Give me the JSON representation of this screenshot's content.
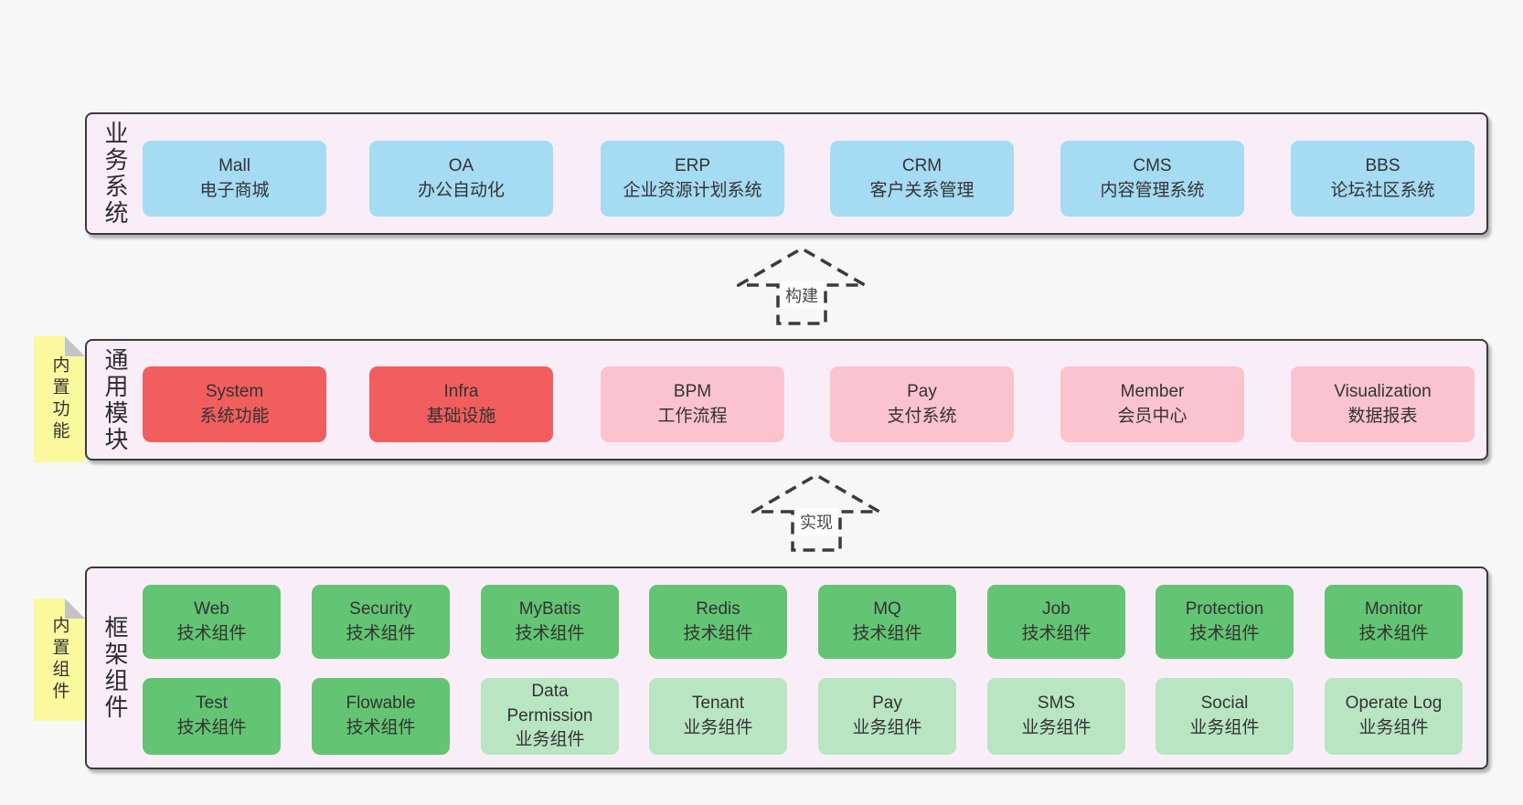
{
  "colors": {
    "page_bg": "#f7f7f7",
    "panel_bg": "#f9eef8",
    "panel_border": "#3a3a3a",
    "business_box": "#a5dbf3",
    "core_module_box": "#f15e5e",
    "extension_module_box": "#fac3ce",
    "tech_component_box": "#63c473",
    "biz_component_box": "#b9e5c2",
    "sticky_tab": "#fbf99e"
  },
  "sections": {
    "business": {
      "label": "业务系统",
      "boxes": [
        {
          "title": "Mall",
          "subtitle": "电子商城"
        },
        {
          "title": "OA",
          "subtitle": "办公自动化"
        },
        {
          "title": "ERP",
          "subtitle": "企业资源计划系统"
        },
        {
          "title": "CRM",
          "subtitle": "客户关系管理"
        },
        {
          "title": "CMS",
          "subtitle": "内容管理系统"
        },
        {
          "title": "BBS",
          "subtitle": "论坛社区系统"
        }
      ]
    },
    "modules": {
      "label": "通用模块",
      "tab": "内置功能",
      "boxes": [
        {
          "title": "System",
          "subtitle": "系统功能"
        },
        {
          "title": "Infra",
          "subtitle": "基础设施"
        },
        {
          "title": "BPM",
          "subtitle": "工作流程"
        },
        {
          "title": "Pay",
          "subtitle": "支付系统"
        },
        {
          "title": "Member",
          "subtitle": "会员中心"
        },
        {
          "title": "Visualization",
          "subtitle": "数据报表"
        }
      ]
    },
    "components": {
      "label": "框架组件",
      "tab": "内置组件",
      "row1": [
        {
          "title": "Web",
          "subtitle": "技术组件"
        },
        {
          "title": "Security",
          "subtitle": "技术组件"
        },
        {
          "title": "MyBatis",
          "subtitle": "技术组件"
        },
        {
          "title": "Redis",
          "subtitle": "技术组件"
        },
        {
          "title": "MQ",
          "subtitle": "技术组件"
        },
        {
          "title": "Job",
          "subtitle": "技术组件"
        },
        {
          "title": "Protection",
          "subtitle": "技术组件"
        },
        {
          "title": "Monitor",
          "subtitle": "技术组件"
        }
      ],
      "row2": [
        {
          "title": "Test",
          "subtitle": "技术组件"
        },
        {
          "title": "Flowable",
          "subtitle": "技术组件"
        },
        {
          "title": "Data Permission",
          "subtitle": "业务组件"
        },
        {
          "title": "Tenant",
          "subtitle": "业务组件"
        },
        {
          "title": "Pay",
          "subtitle": "业务组件"
        },
        {
          "title": "SMS",
          "subtitle": "业务组件"
        },
        {
          "title": "Social",
          "subtitle": "业务组件"
        },
        {
          "title": "Operate Log",
          "subtitle": "业务组件"
        }
      ]
    }
  },
  "arrows": {
    "build": "构建",
    "implement": "实现"
  }
}
